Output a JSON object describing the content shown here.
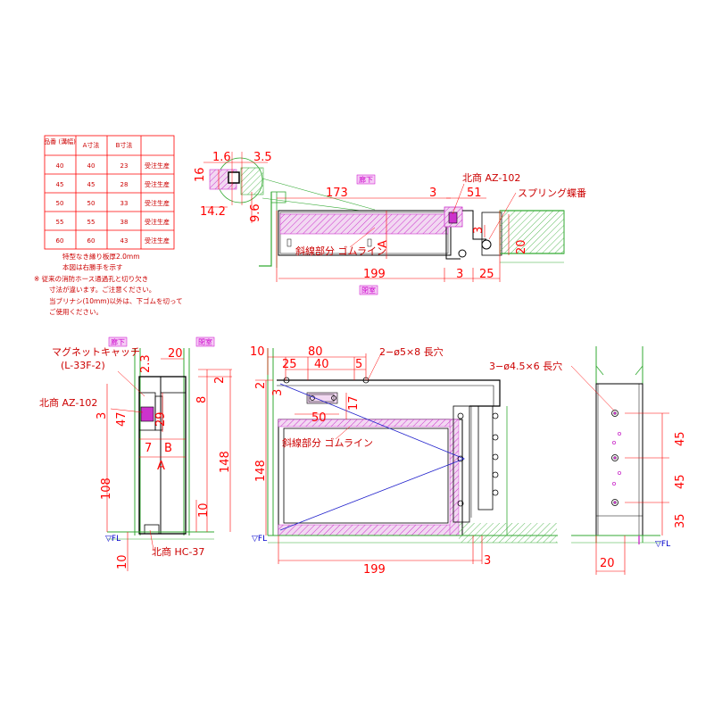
{
  "spec_table": {
    "headers": [
      "品番\n(溝幅)",
      "A寸法",
      "B寸法",
      ""
    ],
    "rows": [
      [
        "40",
        "40",
        "23",
        "受注生産"
      ],
      [
        "45",
        "45",
        "28",
        "受注生産"
      ],
      [
        "50",
        "50",
        "33",
        "受注生産"
      ],
      [
        "55",
        "55",
        "38",
        "受注生産"
      ],
      [
        "60",
        "60",
        "43",
        "受注生産"
      ]
    ]
  },
  "notes": [
    "特型なき縁り板厚2.0mm",
    "本図は右勝手を示す",
    "※  従来の消防ホース通過孔と切り欠き",
    "寸法が違います。ご注意ください。",
    "当ブリナシ(10mm)以外は、下ゴムを切って",
    "ご使用ください。"
  ],
  "rooms": {
    "corridor": "廊下",
    "room": "閉室"
  },
  "fl_label": "▽FL",
  "top_view": {
    "dims": {
      "d16a": "1.6",
      "d35": "3.5",
      "d16b": "16",
      "d142": "14.2",
      "d96": "9.6",
      "d173": "173",
      "d3a": "3",
      "d51": "51",
      "d3b": "3",
      "d20": "20",
      "d199": "199",
      "d3c": "3",
      "d25": "25",
      "dA": "A"
    },
    "labels": {
      "az102": "北商  AZ-102",
      "spring": "スプリング蝶番",
      "gomu": "斜線部分  ゴムライン"
    }
  },
  "left_view": {
    "dims": {
      "d23": "2.3",
      "d20": "20",
      "d2": "2",
      "d8": "8",
      "d3": "3",
      "d47": "47",
      "d29": "29",
      "d7": "7",
      "dB": "B",
      "dA": "A",
      "d148": "148",
      "d108": "108",
      "d10a": "10",
      "d10b": "10"
    },
    "labels": {
      "magnet": "マグネットキャッチ",
      "magnet_model": "(L-33F-2)",
      "az102": "北商  AZ-102",
      "hc37": "北商  HC-37"
    }
  },
  "front_view": {
    "dims": {
      "d10": "10",
      "d80": "80",
      "d25": "25",
      "d40": "40",
      "d5": "5",
      "d2": "2",
      "d3": "3",
      "d148": "148",
      "d50": "50",
      "d17": "17",
      "d199": "199",
      "d3b": "3"
    },
    "labels": {
      "slot1": "2−ø5×8 長穴",
      "gomu": "斜線部分  ゴムライン"
    }
  },
  "right_view": {
    "dims": {
      "d45a": "45",
      "d45b": "45",
      "d35": "35",
      "d20": "20"
    },
    "labels": {
      "slot2": "3−ø4.5×6 長穴"
    }
  }
}
